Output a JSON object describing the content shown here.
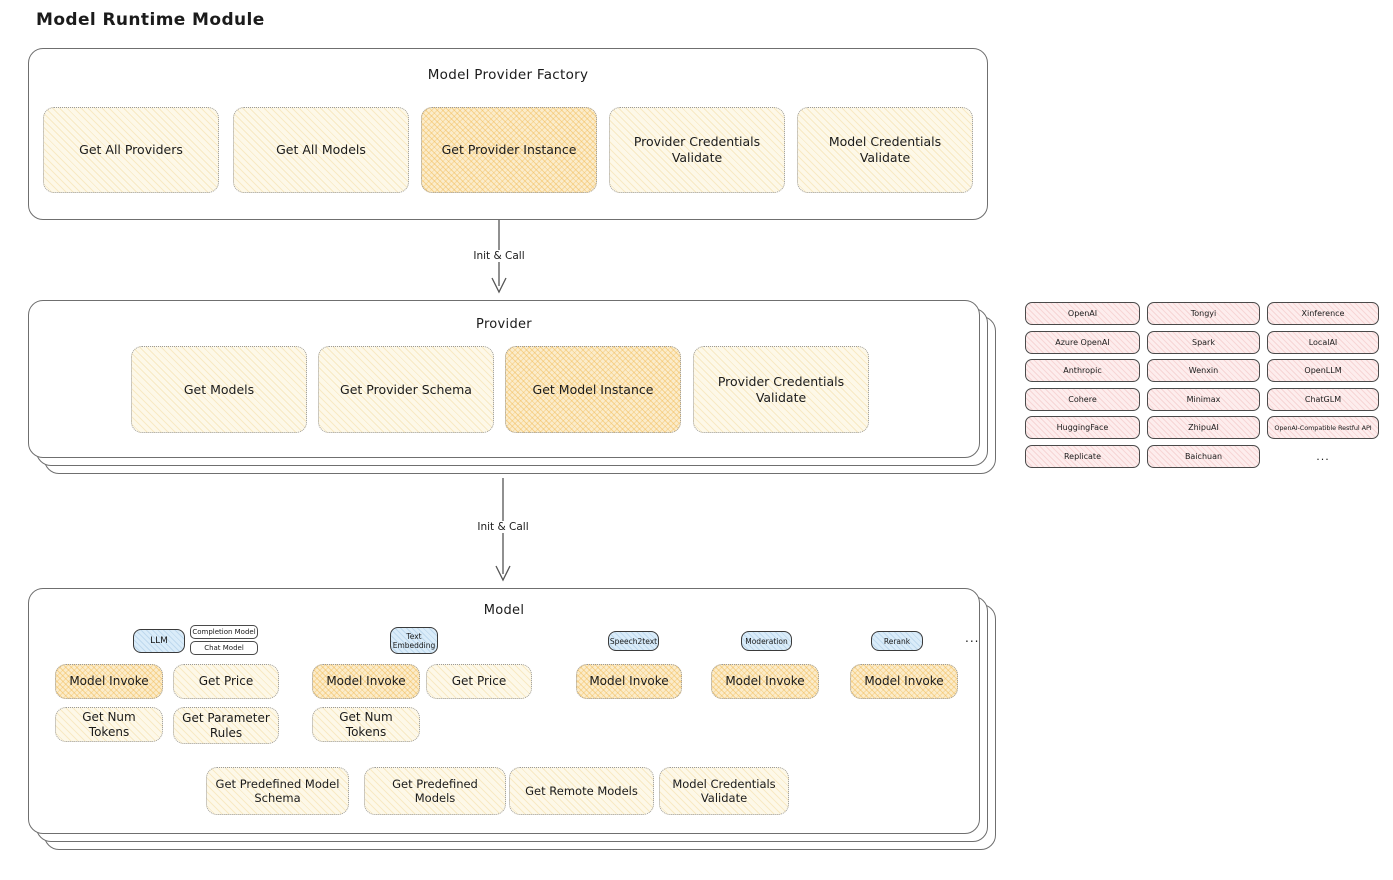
{
  "title": "Model Runtime Module",
  "colors": {
    "method_fill": "#fdf8e8",
    "method_highlight_fill": "#fbeccb",
    "provider_chip_fill": "#fdeded",
    "model_type_fill": "#daecf9",
    "container_border": "#6f6f6f",
    "text": "#1b1b1b"
  },
  "factory": {
    "title": "Model Provider Factory",
    "methods": [
      {
        "label": "Get All Providers"
      },
      {
        "label": "Get All Models"
      },
      {
        "label": "Get Provider Instance"
      },
      {
        "label": "Provider Credentials Validate"
      },
      {
        "label": "Model Credentials Validate"
      }
    ]
  },
  "arrow1": {
    "label": "Init & Call"
  },
  "arrow2": {
    "label": "Init & Call"
  },
  "provider": {
    "title": "Provider",
    "methods": [
      {
        "label": "Get Models"
      },
      {
        "label": "Get Provider Schema"
      },
      {
        "label": "Get Model Instance"
      },
      {
        "label": "Provider Credentials Validate"
      }
    ]
  },
  "provider_list": {
    "items": [
      "OpenAI",
      "Tongyi",
      "Xinference",
      "Azure OpenAI",
      "Spark",
      "LocalAI",
      "Anthropic",
      "Wenxin",
      "OpenLLM",
      "Cohere",
      "Minimax",
      "ChatGLM",
      "HuggingFace",
      "ZhipuAI",
      "OpenAI-Compatible Restful API",
      "Replicate",
      "Baichuan"
    ],
    "more": "..."
  },
  "model": {
    "title": "Model",
    "more": "...",
    "types": {
      "llm": "LLM",
      "completion_model": "Completion Model",
      "chat_model": "Chat Model",
      "text_embedding": "Text Embedding",
      "speech2text": "Speech2text",
      "moderation": "Moderation",
      "rerank": "Rerank"
    },
    "methods": {
      "model_invoke": "Model Invoke",
      "get_price": "Get Price",
      "get_num_tokens": "Get Num Tokens",
      "get_parameter_rules": "Get Parameter Rules",
      "get_predefined_model_schema": "Get Predefined Model Schema",
      "get_predefined_models": "Get Predefined Models",
      "get_remote_models": "Get Remote Models",
      "model_credentials_validate": "Model Credentials Validate"
    }
  }
}
